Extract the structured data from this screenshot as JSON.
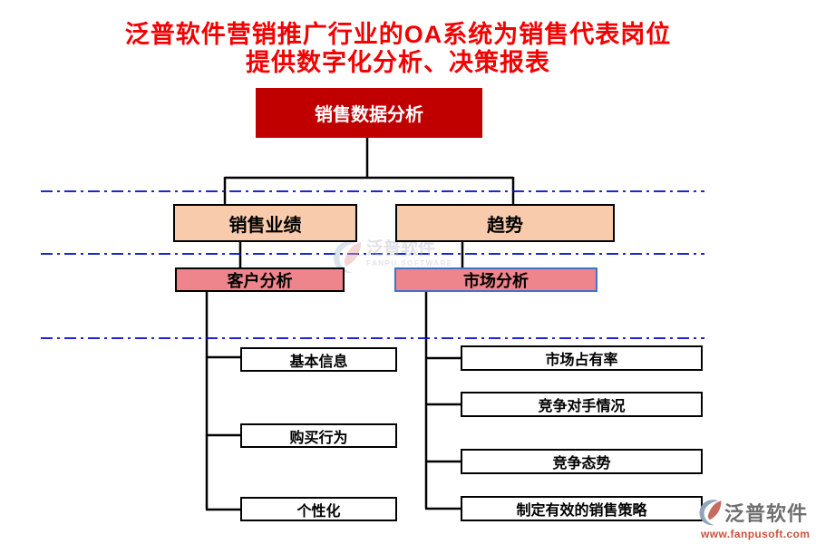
{
  "title": {
    "line1": "泛普软件营销推广行业的OA系统为销售代表岗位",
    "line2": "提供数字化分析、决策报表",
    "color": "#f40000"
  },
  "diagram": {
    "root": {
      "label": "销售数据分析",
      "fill": "#c00000",
      "text_color": "#ffffff"
    },
    "level2": [
      {
        "label": "销售业绩",
        "fill": "#f8cbad"
      },
      {
        "label": "趋势",
        "fill": "#f8cbad"
      }
    ],
    "level3": [
      {
        "label": "客户分析",
        "fill": "#ef858c",
        "border": "#000000"
      },
      {
        "label": "市场分析",
        "fill": "#ef858c",
        "border": "#4472c4"
      }
    ],
    "customer_children": [
      {
        "label": "基本信息"
      },
      {
        "label": "购买行为"
      },
      {
        "label": "个性化"
      }
    ],
    "market_children": [
      {
        "label": "市场占有率"
      },
      {
        "label": "竞争对手情况"
      },
      {
        "label": "竞争态势"
      },
      {
        "label": "制定有效的销售策略"
      }
    ]
  },
  "dividers": {
    "color": "#0008c8",
    "style": "dash-dot",
    "y_positions": [
      211,
      280,
      373
    ]
  },
  "connector_color": "#000000",
  "watermark": {
    "text": "泛普软件",
    "subtext": "FANPU SOFTWARE"
  },
  "footer_logo": {
    "brand": "泛普软件",
    "url": "www.fanpusoft.com"
  }
}
